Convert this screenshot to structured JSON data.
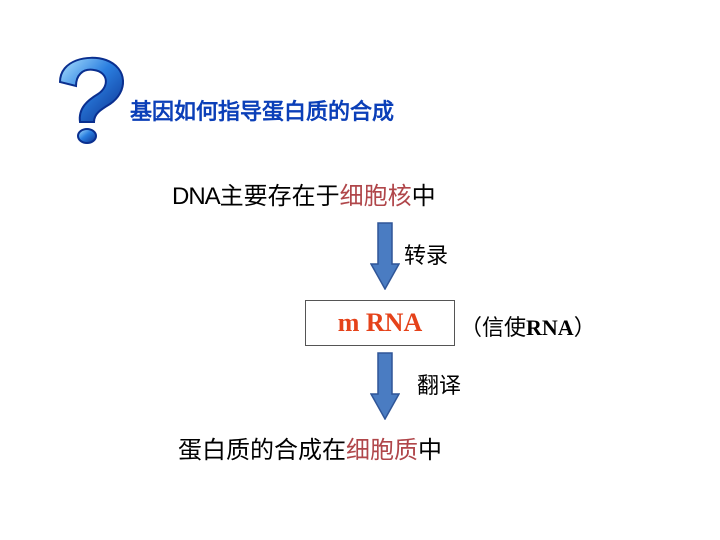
{
  "title": "基因如何指导蛋白质的合成",
  "line1": {
    "prefix_dna": "DNA",
    "prefix": "主要存在于",
    "highlight": "细胞核",
    "suffix": "中"
  },
  "step1_label": "转录",
  "mrna_box": "m RNA",
  "paren": {
    "open": "（信使",
    "rna": "RNA",
    "close": "）"
  },
  "step2_label": "翻译",
  "line3": {
    "prefix": "蛋白质的合成在",
    "highlight": "细胞质",
    "suffix": "中"
  },
  "colors": {
    "title": "#0b3fb8",
    "highlight": "#b0464a",
    "mrna": "#e5421a",
    "arrow_fill": "#4a7cc2",
    "arrow_stroke": "#2f5597"
  },
  "icons": {
    "question": "question-mark-icon",
    "arrow": "down-arrow-icon"
  }
}
